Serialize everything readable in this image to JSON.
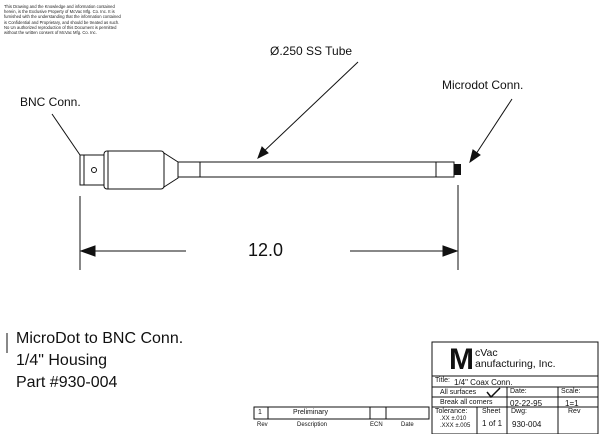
{
  "notice": "This Drawing and the Knowledge and information contained herein, is the Exclusive Property of McVac Mfg. Co. Inc. It is furnished with the understanding that the information contained is Confidential and Proprietary, and should be treated as such. No Un authorized reproduction of this Document is permitted without the written consent of McVac Mfg. Co. Inc.",
  "callouts": {
    "tube": "Ø.250 SS Tube",
    "microdot": "Microdot Conn.",
    "bnc": "BNC Conn."
  },
  "dimension": "12.0",
  "part": {
    "line1": "MicroDot to BNC Conn.",
    "line2": "1/4\" Housing",
    "line3": "Part #930-004"
  },
  "revision_block": {
    "rev": "1",
    "description": "Preliminary",
    "headers": {
      "rev": "Rev",
      "description": "Description",
      "ecn": "ECN",
      "date": "Date"
    }
  },
  "title_block": {
    "logo_letter": "M",
    "company_line1": "cVac",
    "company_line2": "anufacturing, Inc.",
    "title_label": "Title:",
    "title_value": "1/4\" Coax Conn.",
    "surfaces": "All surfaces",
    "date_label": "Date:",
    "scale_label": "Scale:",
    "break_corners": "Break all corners",
    "date_value": "02-22-95",
    "scale_value": "1=1",
    "tolerance_label": "Tolerance:",
    "tol_xx": ".XX  ±.010",
    "tol_xxx": ".XXX  ±.005",
    "sheet_label": "Sheet",
    "sheet_value": "1  of  1",
    "dwg_label": "Dwg:",
    "dwg_value": "930-004",
    "rev_label": "Rev"
  }
}
